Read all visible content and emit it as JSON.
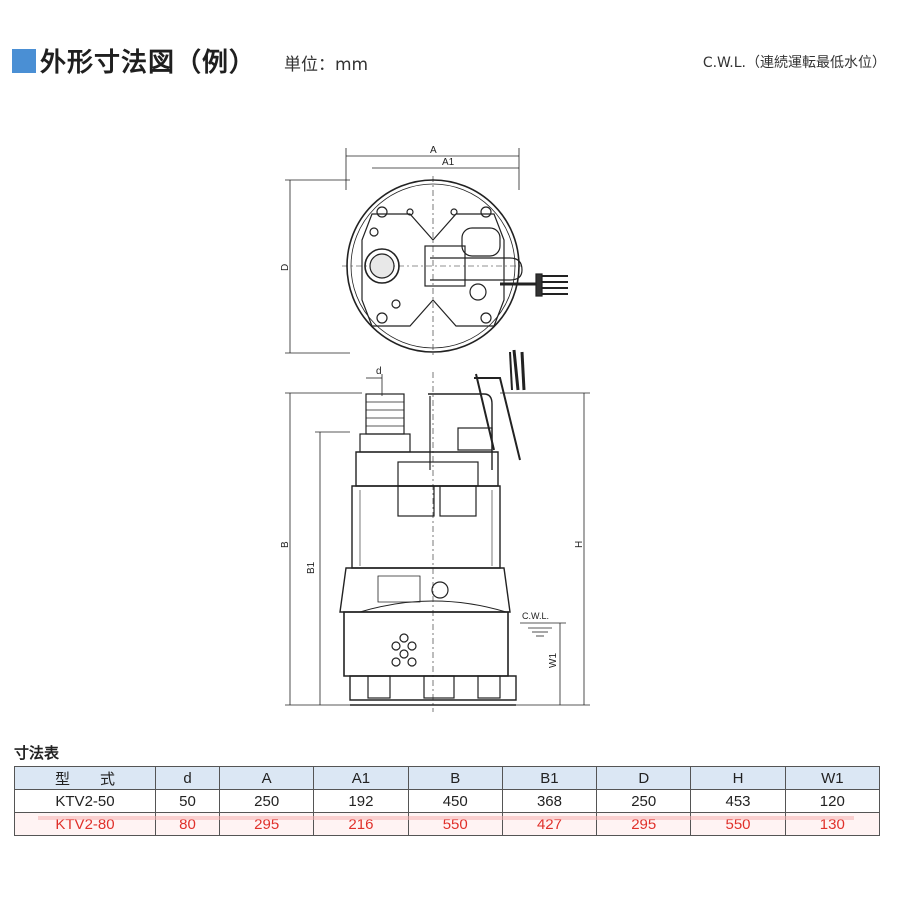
{
  "header": {
    "title": "外形寸法図（例）",
    "unit": "単位：mm",
    "cwl_note": "C.W.L.（連続運転最低水位）"
  },
  "drawing": {
    "labels": {
      "A": "A",
      "A1": "A1",
      "D": "D",
      "d": "d",
      "B": "B",
      "B1": "B1",
      "H": "H",
      "W1": "W1",
      "cwl": "C.W.L."
    }
  },
  "table": {
    "title": "寸法表",
    "headers": [
      "型　　式",
      "d",
      "A",
      "A1",
      "B",
      "B1",
      "D",
      "H",
      "W1"
    ],
    "rows": [
      [
        "KTV2-50",
        "50",
        "250",
        "192",
        "450",
        "368",
        "250",
        "453",
        "120"
      ],
      [
        "KTV2-80",
        "80",
        "295",
        "216",
        "550",
        "427",
        "295",
        "550",
        "130"
      ]
    ],
    "highlight_row": 1,
    "header_bg": "#dbe7f4",
    "highlight_color": "#e0302a"
  },
  "colors": {
    "accent": "#4a8fd4"
  }
}
